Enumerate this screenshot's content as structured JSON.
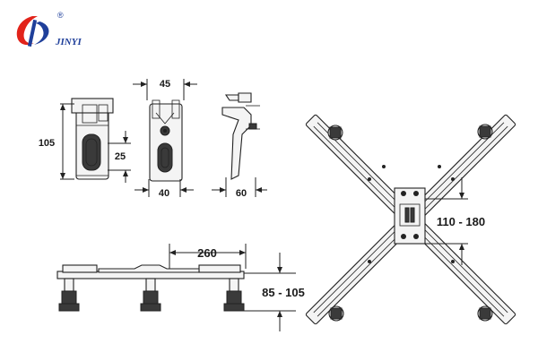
{
  "logo": {
    "text": "JINYI",
    "mark": "®",
    "colors": {
      "red": "#e2231a",
      "blue": "#1f3f9a"
    }
  },
  "dimensions": {
    "bracket_height": "105",
    "slot_height": "25",
    "bracket_top_width": "45",
    "bracket_bottom_width": "40",
    "hook_depth": "60",
    "frame_span": "260",
    "leg_height": "85 - 105",
    "cross_center": "110 - 180"
  }
}
